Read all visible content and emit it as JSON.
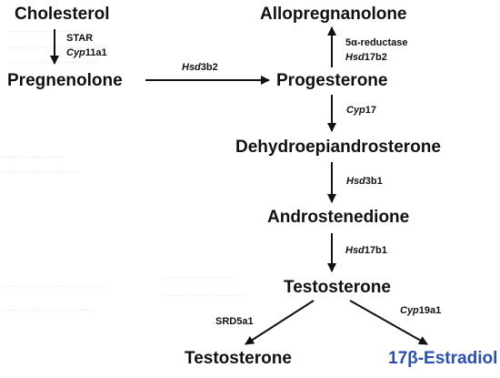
{
  "nodes": {
    "cholesterol": "Cholesterol",
    "pregnenolone": "Pregnenolone",
    "allopregnanolone": "Allopregnanolone",
    "progesterone": "Progesterone",
    "dhea": "Dehydroepiandrosterone",
    "androstenedione": "Androstenedione",
    "testosterone_mid": "Testosterone",
    "testosterone_bottom": "Testosterone",
    "estradiol": "17β-Estradiol"
  },
  "enzymes": {
    "star": "STAR",
    "cyp11a1": {
      "italic": "Cyp",
      "rest": "11a1"
    },
    "hsd3b2": {
      "italic": "Hsd",
      "rest": "3b2"
    },
    "reductase": "5α-reductase",
    "hsd17b2": {
      "italic": "Hsd",
      "rest": "17b2"
    },
    "cyp17": {
      "italic": "Cyp",
      "rest": "17"
    },
    "hsd3b1": {
      "italic": "Hsd",
      "rest": "3b1"
    },
    "hsd17b1": {
      "italic": "Hsd",
      "rest": "17b1"
    },
    "srd5a1": "SRD5a1",
    "cyp19a1": {
      "italic": "Cyp",
      "rest": "19a1"
    }
  },
  "colors": {
    "text": "#111111",
    "estradiol": "#2a4fb0",
    "arrow": "#111111"
  }
}
